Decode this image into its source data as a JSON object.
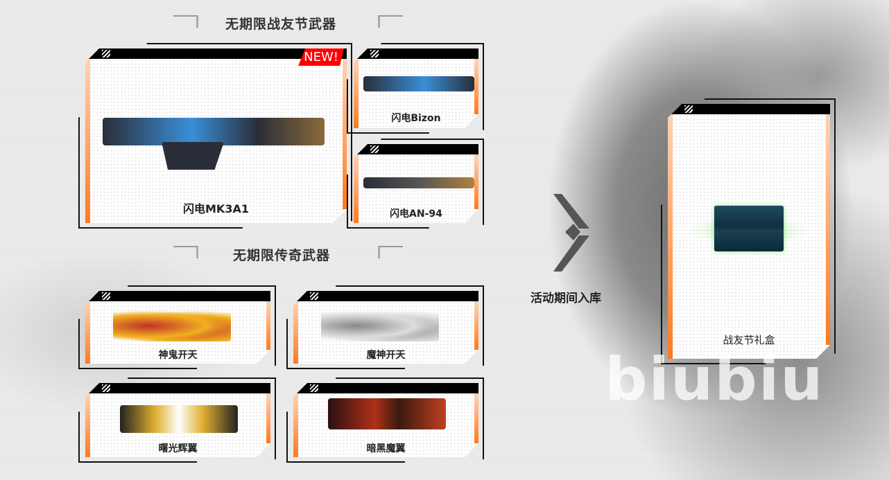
{
  "section1": {
    "title": "无期限战友节武器"
  },
  "section2": {
    "title": "无期限传奇武器"
  },
  "new_badge": "NEW!",
  "weapons_featured": [
    {
      "name": "闪电MK3A1"
    },
    {
      "name": "闪电Bizon"
    },
    {
      "name": "闪电AN-94"
    }
  ],
  "weapons_legend": [
    {
      "name": "神鬼开天"
    },
    {
      "name": "魔神开天"
    },
    {
      "name": "曙光辉翼"
    },
    {
      "name": "暗黑魔翼"
    }
  ],
  "arrow_caption": "活动期间入库",
  "reward": {
    "name": "战友节礼盒"
  },
  "watermark": "biubiu",
  "colors": {
    "accent_orange": "#ff7a1e",
    "badge_red": "#ff0000",
    "bar_black": "#000000"
  }
}
